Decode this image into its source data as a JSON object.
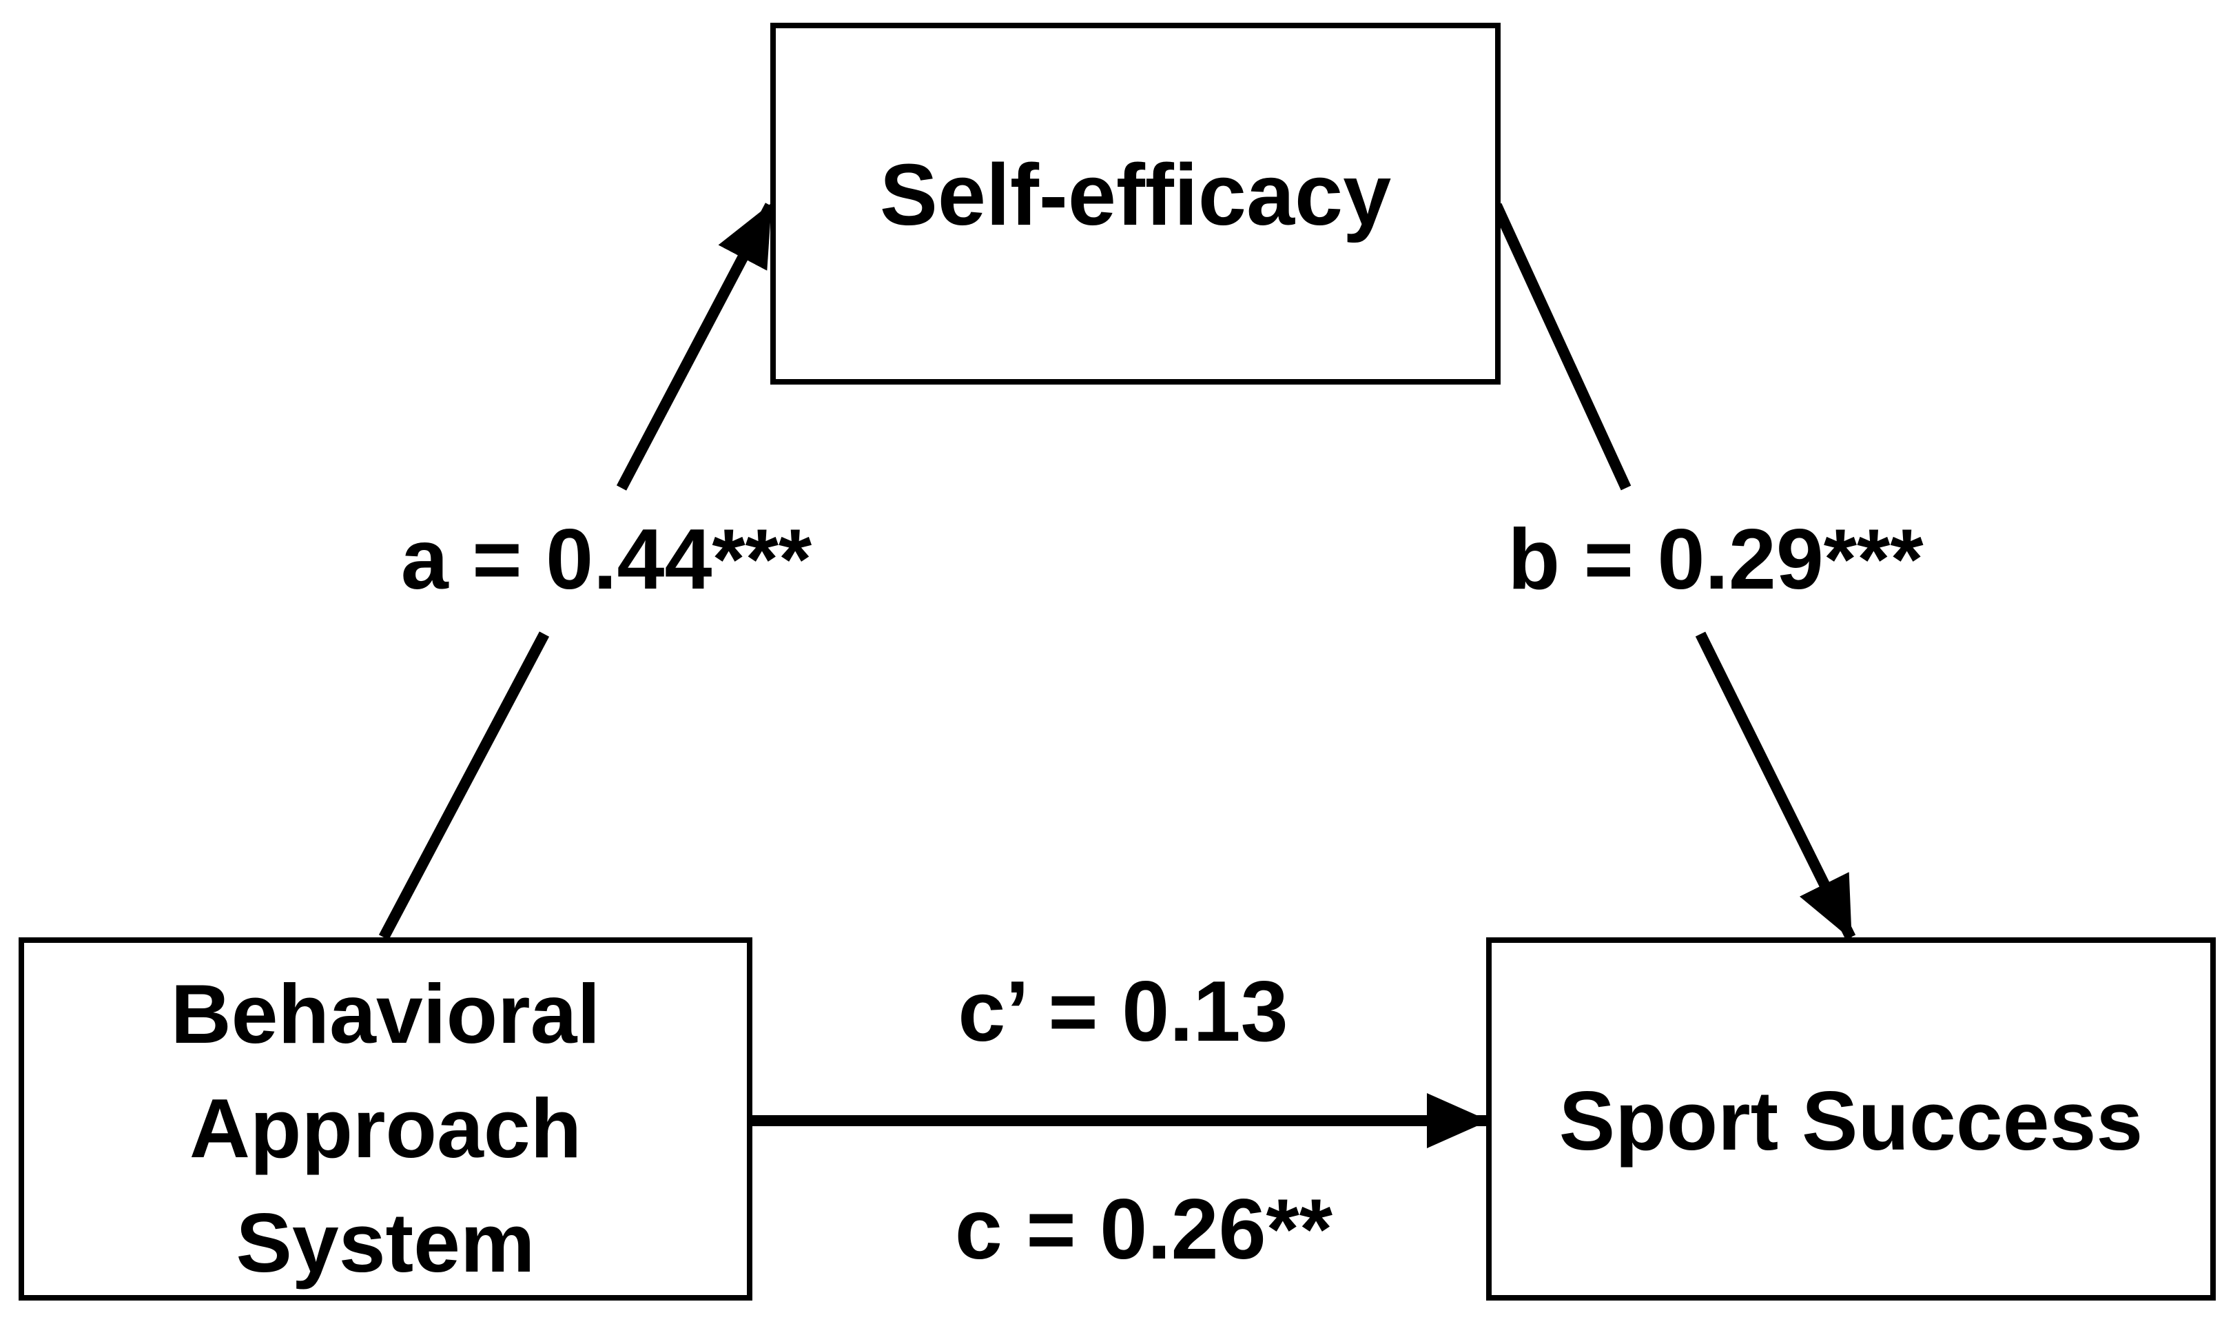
{
  "diagram": {
    "nodes": {
      "self_efficacy": {
        "label": "Self-efficacy"
      },
      "bas": {
        "lines": [
          "Behavioral",
          "Approach",
          "System"
        ]
      },
      "sport_success": {
        "label": "Sport Success"
      }
    },
    "edges": {
      "a": {
        "from": "Behavioral Approach System",
        "to": "Self-efficacy",
        "label": "a = 0.44***"
      },
      "b": {
        "from": "Self-efficacy",
        "to": "Sport Success",
        "label": "b = 0.29***"
      },
      "c_prime": {
        "from": "Behavioral Approach System",
        "to": "Sport Success",
        "label": "c’ = 0.13"
      },
      "c": {
        "label": "c = 0.26**"
      }
    },
    "colors": {
      "stroke": "#000000",
      "background": "#ffffff"
    }
  }
}
